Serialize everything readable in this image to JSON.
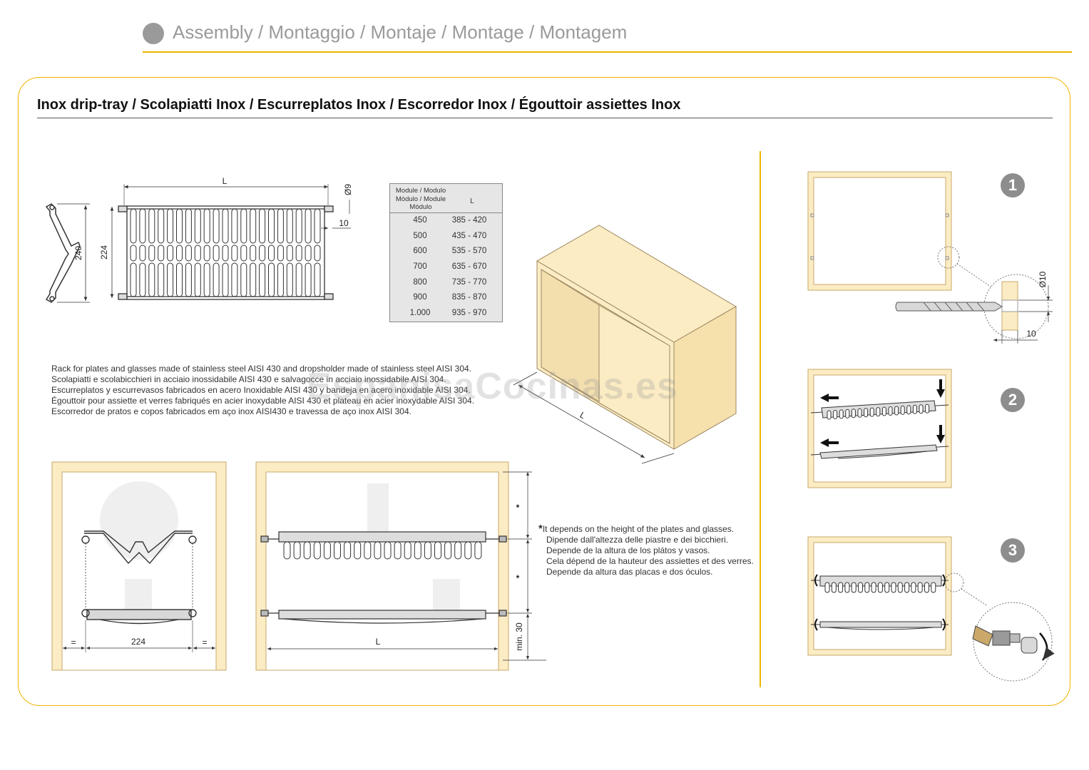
{
  "header": {
    "title": "Assembly / Montaggio / Montaje / Montage / Montagem"
  },
  "section": {
    "title": "Inox drip-tray / Scolapiatti Inox / Escurreplatos Inox / Escorredor Inox / Égouttoir assiettes Inox"
  },
  "description": [
    "Rack for plates and glasses made of stainless steel AISI 430 and dropsholder made of stainless steel AISI 304.",
    "Scolapiatti e scolabicchieri in acciaio inossidabile AISI 430 e salvagocce in acciaio inossidabile AISI 304.",
    "Escurreplatos y escurrevasos fabricados en acero Inoxidable AISI 430 y bandeja en acero inoxidable AISI 304.",
    "Égouttoir pour assiette et verres fabriqués en acier inoxydable AISI 430 et plateau en acier inoxydable AISI 304.",
    "Escorredor de pratos e copos fabricados em aço inox AISI430 e travessa de aço inox AISI 304."
  ],
  "table": {
    "header_module": [
      "Module / Modulo",
      "Módulo / Module",
      "Módulo"
    ],
    "header_L": "L",
    "rows": [
      {
        "module": "450",
        "L": "385 - 420"
      },
      {
        "module": "500",
        "L": "435 - 470"
      },
      {
        "module": "600",
        "L": "535 - 570"
      },
      {
        "module": "700",
        "L": "635 - 670"
      },
      {
        "module": "800",
        "L": "735 - 770"
      },
      {
        "module": "900",
        "L": "835 - 870"
      },
      {
        "module": "1.000",
        "L": "935 - 970"
      }
    ]
  },
  "dimensions": {
    "L": "L",
    "d9": "Ø9",
    "d10": "10",
    "h240": "240",
    "h224": "224",
    "w224": "224",
    "eq": "=",
    "star": "*",
    "min30": "min. 30",
    "drill_d": "Ø10",
    "drill_10": "10"
  },
  "note": {
    "star": "*",
    "lines": [
      "It depends on the height of the plates and glasses.",
      "Dipende dall'altezza delle piastre e dei bicchieri.",
      "Depende de la altura de los plátos y vasos.",
      "Cela dépend de la hauteur des assiettes et des verres.",
      "Depende da altura das placas e dos óculos."
    ]
  },
  "steps": [
    "1",
    "2",
    "3"
  ],
  "watermark": "EspanisaCocinas.es",
  "colors": {
    "accent": "#f0b400",
    "cabinet": "#fbecc4",
    "cabinet_edge": "#c9a86a",
    "step_badge": "#8d8d8d"
  }
}
